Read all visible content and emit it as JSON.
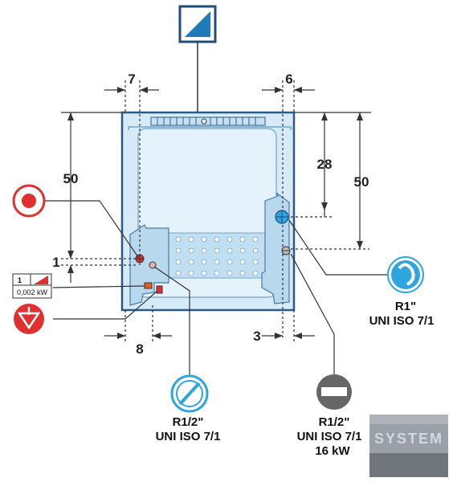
{
  "colors": {
    "cabinet_fill": "#d6ebf7",
    "cabinet_edge": "#2a5b87",
    "line": "#333333",
    "accent_blue": "#2fa5e0",
    "accent_red": "#e03030",
    "accent_grey": "#666666"
  },
  "dimensions": {
    "top_left": "7",
    "top_right": "6",
    "left_height": "50",
    "left_small": "1",
    "right_upper": "28",
    "right_height": "50",
    "bottom_left": "8",
    "bottom_right": "3"
  },
  "connections": {
    "water": {
      "icon": "water-drop-icon",
      "line1": "R1\"",
      "line2": "UNI ISO 7/1"
    },
    "gas": {
      "icon": "gas-icon",
      "line1": "R1/2\"",
      "line2": "UNI ISO 7/1"
    },
    "drain": {
      "icon": "no-entry-icon",
      "line1": "R1/2\"",
      "line2": "UNI ISO 7/1",
      "line3": "16 kW"
    }
  },
  "electric": {
    "phase": "1",
    "power": "0,002 kW"
  },
  "logo": {
    "text": "SYSTEM"
  }
}
